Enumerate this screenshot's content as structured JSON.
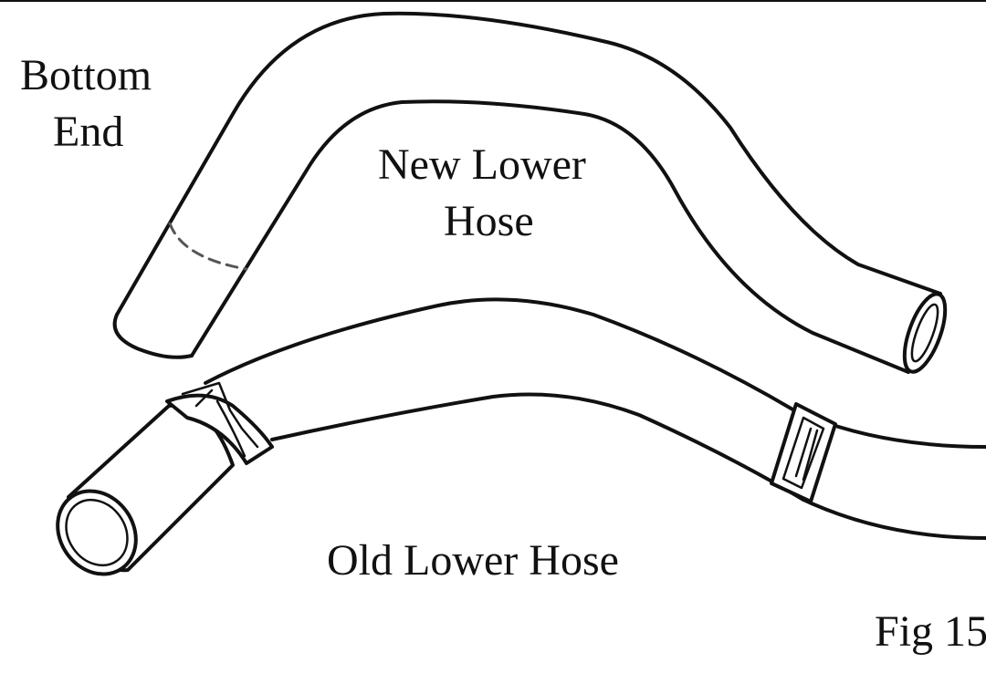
{
  "labels": {
    "bottom_end_line1": "Bottom",
    "bottom_end_line2": "End",
    "new_hose_line1": "New Lower",
    "new_hose_line2": "Hose",
    "old_hose": "Old Lower Hose",
    "figure_number": "Fig 15"
  },
  "colors": {
    "line": "#111111",
    "background": "#ffffff"
  }
}
